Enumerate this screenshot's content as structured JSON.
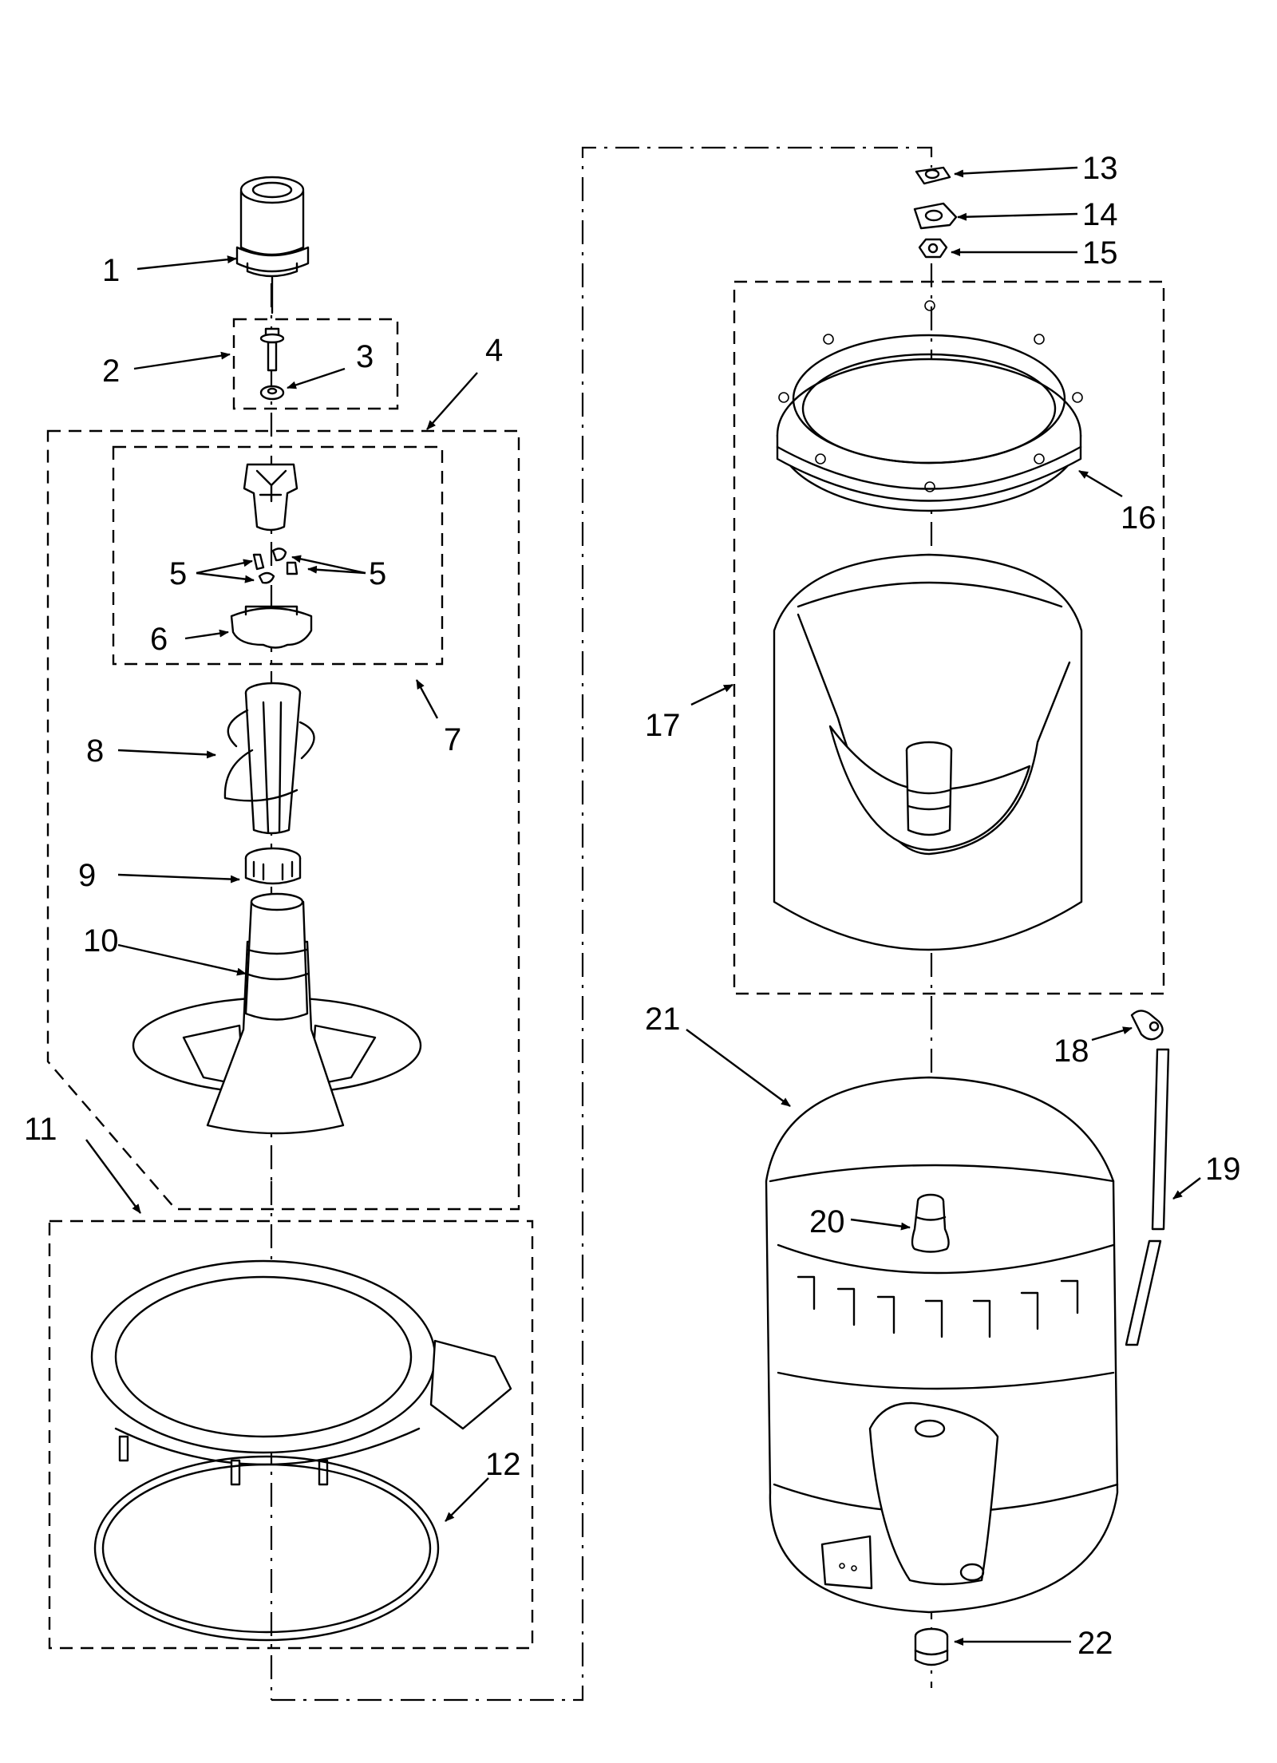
{
  "diagram": {
    "callouts": {
      "c1": "1",
      "c2": "2",
      "c3": "3",
      "c4": "4",
      "c5a": "5",
      "c5b": "5",
      "c6": "6",
      "c7": "7",
      "c8": "8",
      "c9": "9",
      "c10": "10",
      "c11": "11",
      "c12": "12",
      "c13": "13",
      "c14": "14",
      "c15": "15",
      "c16": "16",
      "c17": "17",
      "c18": "18",
      "c19": "19",
      "c20": "20",
      "c21": "21",
      "c22": "22"
    }
  }
}
